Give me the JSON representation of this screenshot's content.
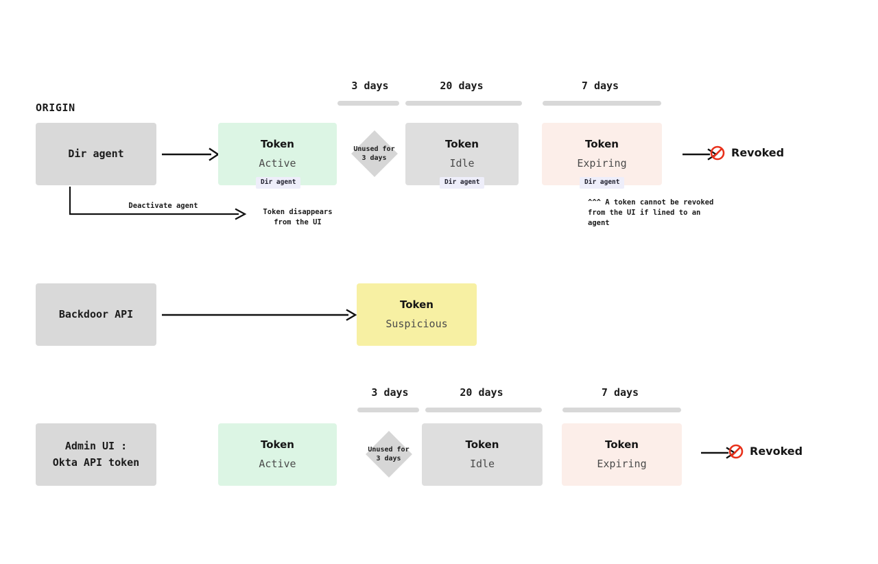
{
  "diagram": {
    "origin_label": "ORIGIN",
    "colors": {
      "source_box": "#d9d9d9",
      "active": "#dcf5e4",
      "idle": "#dedede",
      "expiring": "#fceee9",
      "suspicious": "#f7f0a3",
      "badge": "#eeeefa",
      "timeline_bar": "#d8d8d8",
      "diamond": "#d6d6d6",
      "revoked_icon": "#e8301a"
    },
    "rows": [
      {
        "id": "dir-agent-row",
        "source": {
          "label": "Dir agent"
        },
        "timeline": [
          {
            "label": "3 days"
          },
          {
            "label": "20 days"
          },
          {
            "label": "7 days"
          }
        ],
        "states": [
          {
            "title": "Token",
            "state": "Active",
            "badge": "Dir agent"
          },
          {
            "title": "Token",
            "state": "Idle",
            "badge": "Dir agent"
          },
          {
            "title": "Token",
            "state": "Expiring",
            "badge": "Dir agent"
          }
        ],
        "gate": {
          "text": "Unused for\n3 days"
        },
        "end": {
          "label": "Revoked",
          "icon": "no-entry-icon"
        },
        "branch": {
          "arrow_label": "Deactivate agent",
          "result": "Token disappears\nfrom the UI"
        },
        "note": "^^^ A token cannot be revoked\nfrom the UI if lined to an\nagent"
      },
      {
        "id": "backdoor-api-row",
        "source": {
          "label": "Backdoor API"
        },
        "timeline": [],
        "states": [
          {
            "title": "Token",
            "state": "Suspicious",
            "badge": null
          }
        ],
        "gate": null,
        "end": null
      },
      {
        "id": "admin-ui-row",
        "source": {
          "label": "Admin UI :\nOkta API token"
        },
        "timeline": [
          {
            "label": "3 days"
          },
          {
            "label": "20 days"
          },
          {
            "label": "7 days"
          }
        ],
        "states": [
          {
            "title": "Token",
            "state": "Active",
            "badge": null
          },
          {
            "title": "Token",
            "state": "Idle",
            "badge": null
          },
          {
            "title": "Token",
            "state": "Expiring",
            "badge": null
          }
        ],
        "gate": {
          "text": "Unused for\n3 days"
        },
        "end": {
          "label": "Revoked",
          "icon": "no-entry-icon"
        }
      }
    ]
  }
}
